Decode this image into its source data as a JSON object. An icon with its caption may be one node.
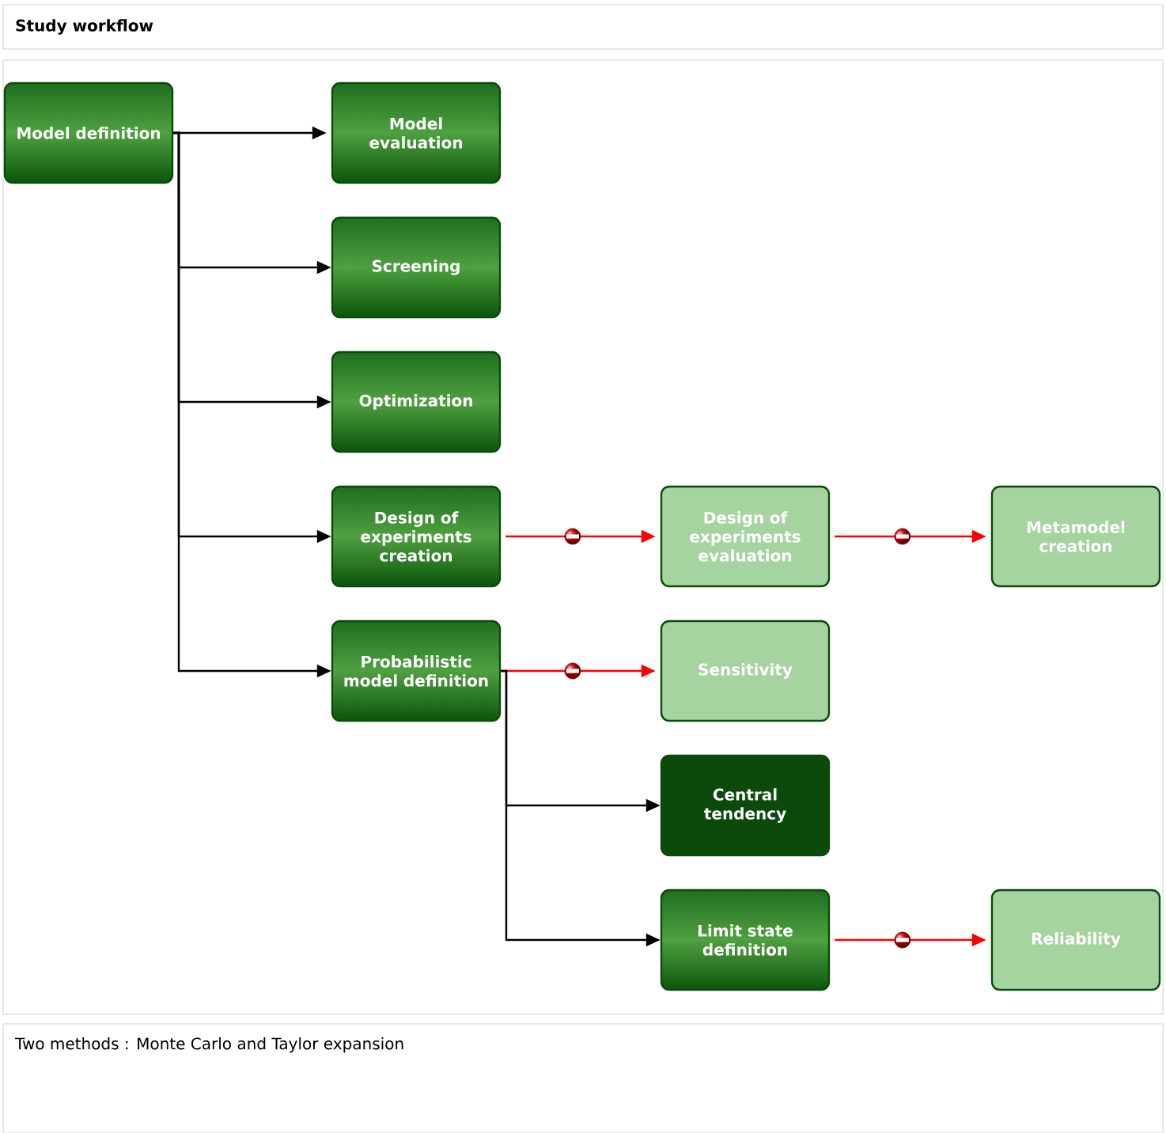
{
  "diagram": {
    "title": "Study workflow",
    "nodes": [
      {
        "text": [
          "Model definition"
        ]
      },
      {
        "text": [
          "Model evaluation"
        ]
      },
      {
        "text": [
          "Screening"
        ]
      },
      {
        "text": [
          "Optimization"
        ]
      },
      {
        "text": [
          "Design of experiments creation"
        ]
      },
      {
        "text": [
          "Probabilistic model definition"
        ]
      },
      {
        "text": [
          "Design of experiments evaluation"
        ]
      },
      {
        "text": [
          "Metamodel creation"
        ]
      },
      {
        "text": [
          "Sensitivity"
        ]
      },
      {
        "text": [
          "Central tendency"
        ]
      },
      {
        "text": [
          "Limit state definition"
        ]
      },
      {
        "text": [
          "Reliability"
        ]
      }
    ],
    "edges": [
      {
        "from": 0,
        "to": 1,
        "arrow": "to"
      },
      {
        "from": 0,
        "to": 2,
        "arrow": "to"
      },
      {
        "from": 0,
        "to": 3,
        "arrow": "to"
      },
      {
        "from": 0,
        "to": 4,
        "arrow": "to"
      },
      {
        "from": 0,
        "to": 5,
        "arrow": "to"
      },
      {
        "from": 4,
        "to": 6,
        "arrow": "to",
        "color": "#ff0000"
      },
      {
        "from": 6,
        "to": 7,
        "arrow": "to",
        "color": "#ff0000"
      },
      {
        "from": 5,
        "to": 8,
        "arrow": "to",
        "color": "#ff0000"
      },
      {
        "from": 5,
        "to": 9,
        "arrow": "to"
      },
      {
        "from": 5,
        "to": 10,
        "arrow": "to"
      },
      {
        "from": 10,
        "to": 11,
        "arrow": "to",
        "color": "#ff0000"
      }
    ],
    "labels": [
      "Two methods : Monte Carlo and Taylor expansion"
    ]
  }
}
